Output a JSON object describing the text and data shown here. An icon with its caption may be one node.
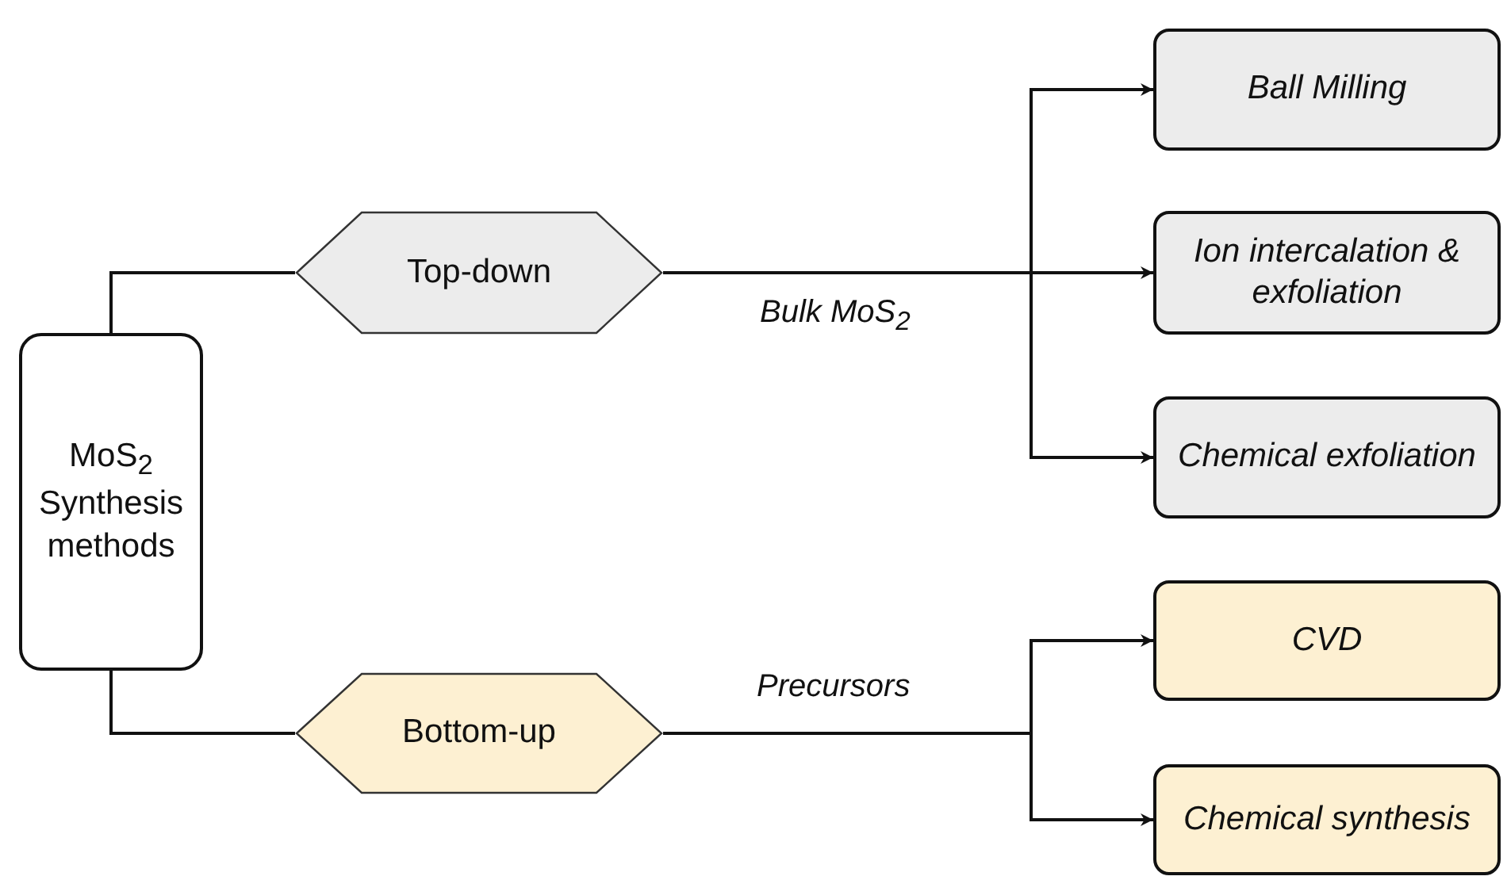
{
  "diagram": {
    "nodes": [
      {
        "text": [
          "MoS$_{2}$ Synthesis methods"
        ]
      },
      {
        "text": [
          "Top-down"
        ]
      },
      {
        "text": [
          "Bottom-up"
        ]
      },
      {
        "text": [
          "Ball Milling"
        ]
      },
      {
        "text": [
          "Ion intercalation & exfoliation"
        ]
      },
      {
        "text": [
          "Chemical exfoliation"
        ]
      },
      {
        "text": [
          "CVD"
        ]
      },
      {
        "text": [
          "Chemical synthesis"
        ]
      }
    ],
    "edges": [
      {
        "from": 0,
        "to": 1,
        "arrow": "none"
      },
      {
        "from": 0,
        "to": 2,
        "arrow": "none"
      },
      {
        "from": 1,
        "to": 3,
        "arrow": "to"
      },
      {
        "from": 1,
        "to": 4,
        "arrow": "to",
        "label": "Bulk MoS$_{2}$"
      },
      {
        "from": 1,
        "to": 5,
        "arrow": "to"
      },
      {
        "from": 2,
        "to": 6,
        "arrow": "to",
        "label": "Precursors"
      },
      {
        "from": 2,
        "to": 7,
        "arrow": "to"
      }
    ]
  }
}
